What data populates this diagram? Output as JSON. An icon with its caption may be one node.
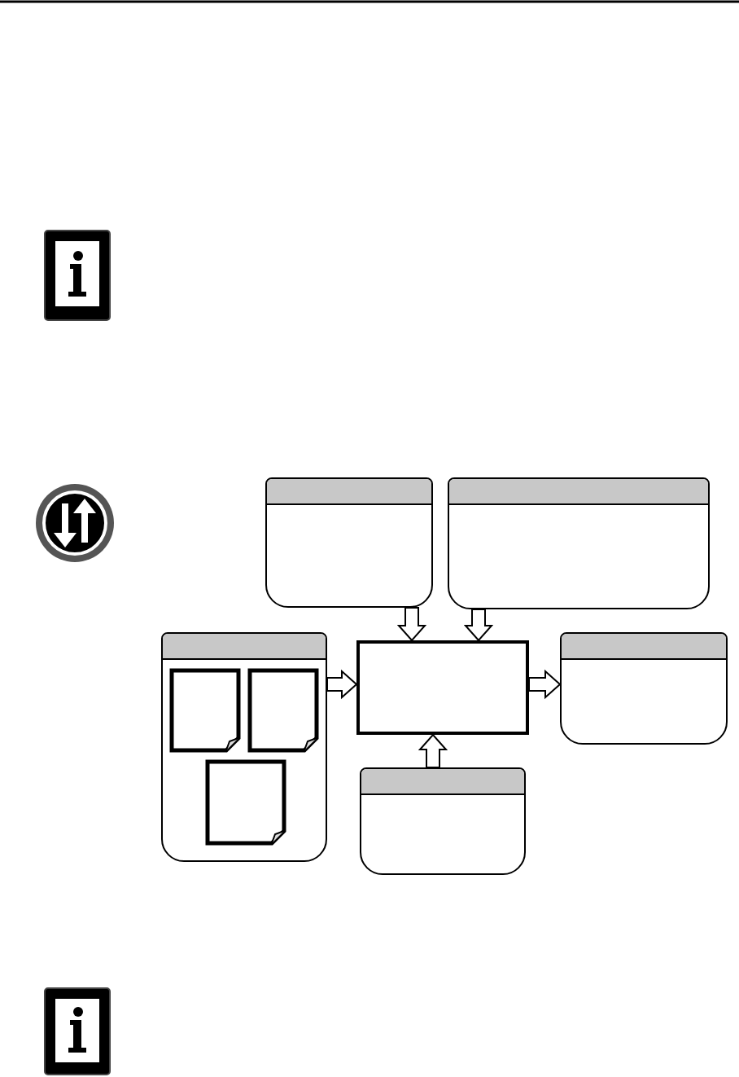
{
  "diagram": {
    "nodes": [
      {
        "text": [],
        "shape": "box"
      },
      {
        "text": [],
        "shape": "box"
      },
      {
        "text": [],
        "shape": "box"
      },
      {
        "text": [],
        "shape": "page",
        "in": 2
      },
      {
        "text": [],
        "shape": "page",
        "in": 2
      },
      {
        "text": [],
        "shape": "page",
        "in": 2
      },
      {
        "text": [],
        "shape": "box"
      },
      {
        "text": [],
        "shape": "box"
      },
      {
        "text": [],
        "shape": "box"
      }
    ],
    "edges": [
      {
        "from": 0,
        "to": 6,
        "arrow": "to"
      },
      {
        "from": 1,
        "to": 6,
        "arrow": "to"
      },
      {
        "from": 2,
        "to": 6,
        "arrow": "to"
      },
      {
        "from": 6,
        "to": 7,
        "arrow": "to"
      },
      {
        "from": 8,
        "to": 6,
        "arrow": "to"
      }
    ]
  }
}
